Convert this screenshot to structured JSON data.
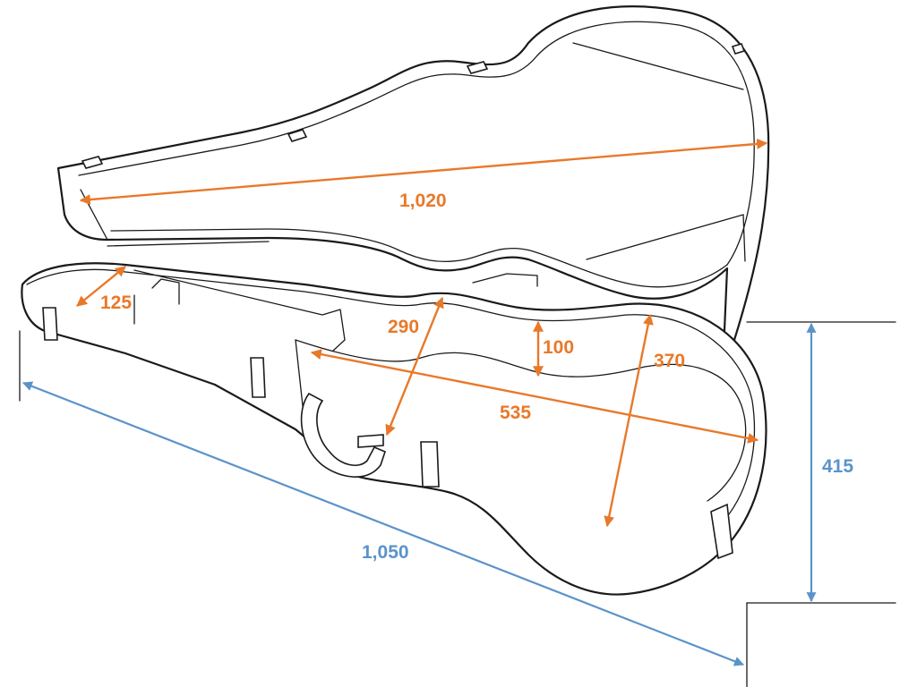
{
  "colors": {
    "inner_dimension": "#e8792a",
    "outer_dimension": "#5b93c9",
    "outline": "#1a1a1a"
  },
  "dimensions": {
    "lid_length": "1,020",
    "neck_width": "125",
    "waist_width": "290",
    "depth": "100",
    "lower_bout_width": "370",
    "body_length": "535",
    "outer_length": "1,050",
    "outer_height": "415"
  }
}
